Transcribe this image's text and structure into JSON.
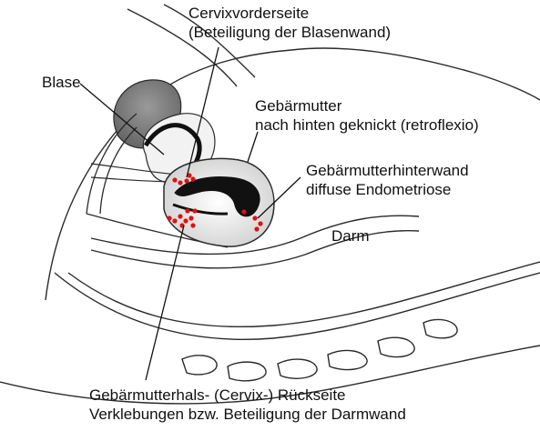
{
  "labels": {
    "cervix_front": {
      "line1": "Cervixvorderseite",
      "line2": "(Beteiligung der Blasenwand)"
    },
    "bladder": {
      "line1": "Blase"
    },
    "uterus": {
      "line1": "Gebärmutter",
      "line2": "nach hinten geknickt (retroflexio)"
    },
    "uterus_back_wall": {
      "line1": "Gebärmutterhinterwand",
      "line2": "diffuse Endometriose"
    },
    "bowel": {
      "line1": "Darm"
    },
    "cervix_back": {
      "line1": "Gebärmutterhals- (Cervix-) Rückseite",
      "line2": "Verklebungen bzw. Beteiligung der Darmwand"
    }
  },
  "colors": {
    "endometriosis_dots": "#e01010",
    "bladder_fill": "#7d7d7d",
    "outline": "#2a2a2a",
    "uterus_cavity": "#111111"
  }
}
